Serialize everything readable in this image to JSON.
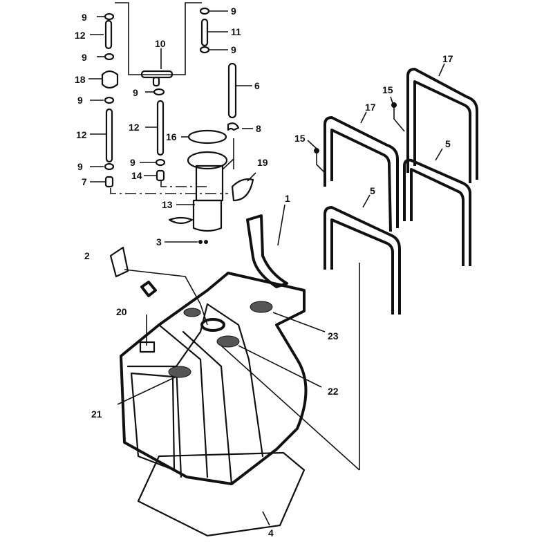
{
  "diagram": {
    "title": "Fuel tank exploded parts diagram",
    "callouts": {
      "c9a": "9",
      "c12a": "12",
      "c9b": "9",
      "c18": "18",
      "c9c": "9",
      "c12b": "12",
      "c9d": "9",
      "c7": "7",
      "c10": "10",
      "c9e": "9",
      "c11": "11",
      "c9f": "9",
      "c6": "6",
      "c9g": "9",
      "c12c": "12",
      "c16": "16",
      "c8": "8",
      "c9h": "9",
      "c14": "14",
      "c13": "13",
      "c19": "19",
      "c3": "3",
      "c1": "1",
      "c2": "2",
      "c20": "20",
      "c23": "23",
      "c22": "22",
      "c21": "21",
      "c4": "4",
      "c17a": "17",
      "c17b": "17",
      "c15a": "15",
      "c15b": "15",
      "c5a": "5",
      "c5b": "5"
    }
  }
}
